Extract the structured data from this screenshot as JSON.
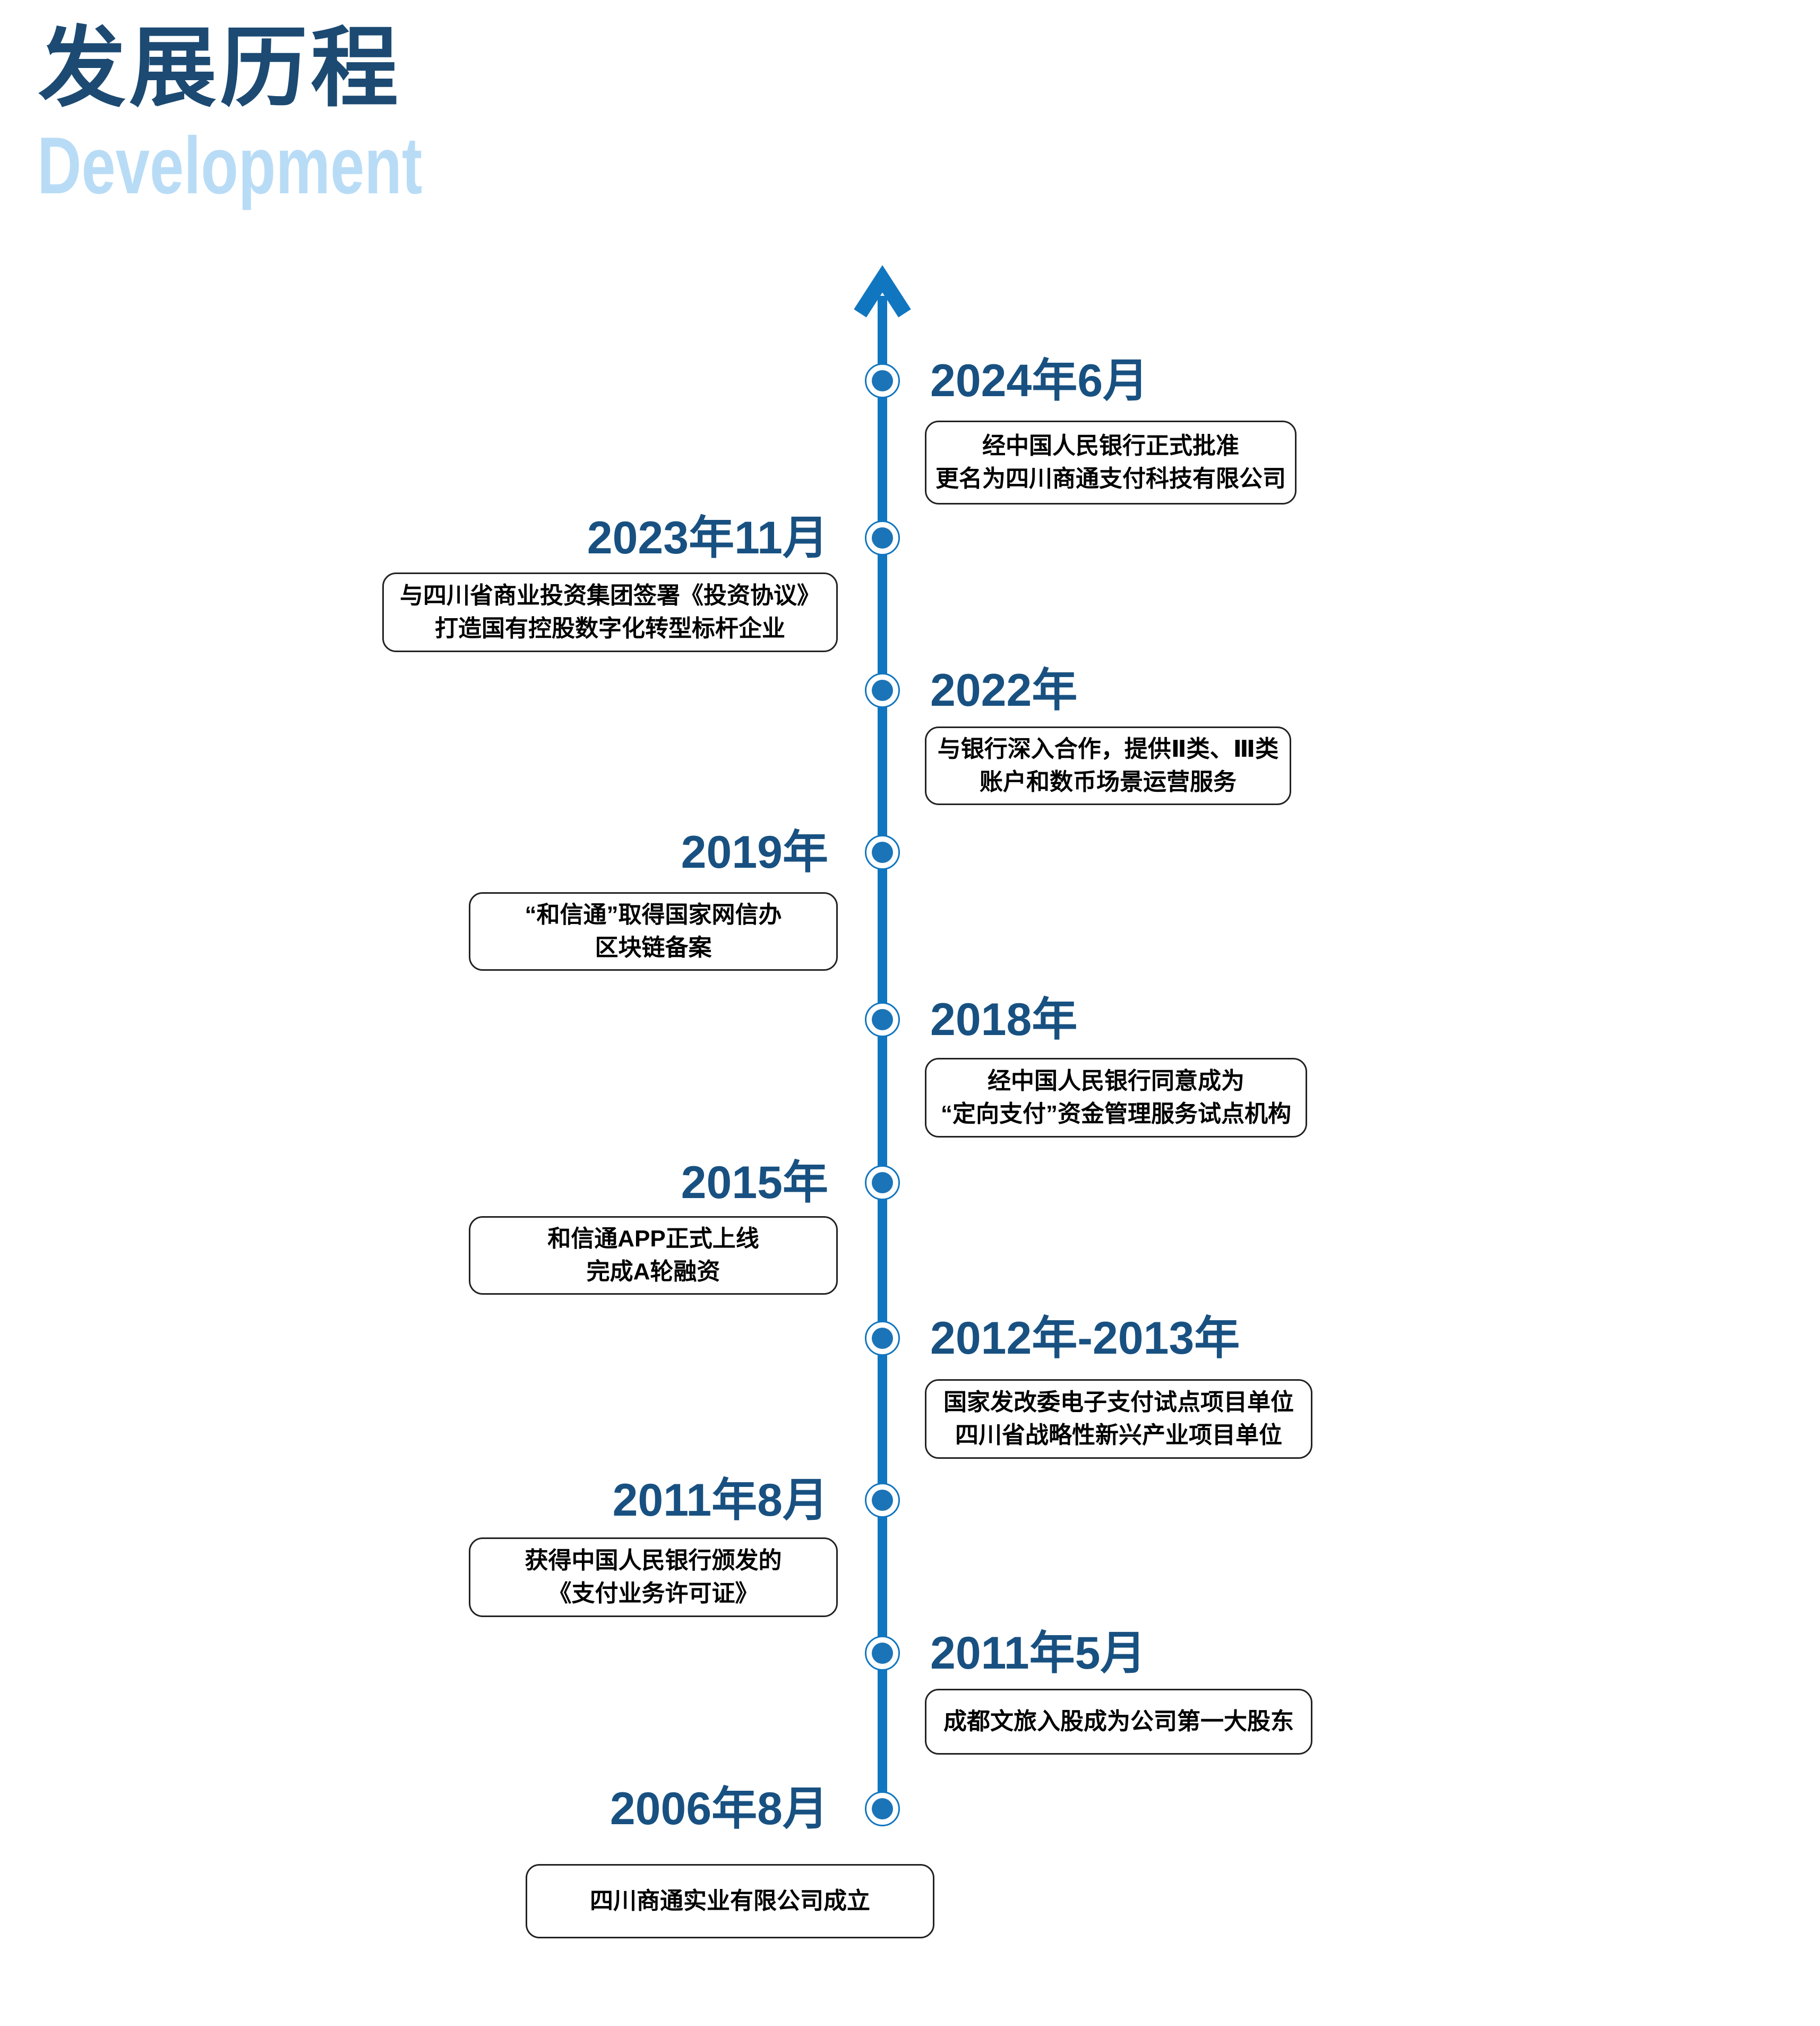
{
  "header": {
    "title_zh": "发展历程",
    "title_en": "Development"
  },
  "colors": {
    "accent_blue": "#1176c0",
    "node_dot_blue": "#1b74b8",
    "year_navy": "#185181",
    "title_navy": "#1c4a72",
    "subtitle_light_blue": "#b9dcf6",
    "card_border": "#222222",
    "card_text": "#000000"
  },
  "timeline": {
    "direction": "up",
    "events": [
      {
        "date": "2024年6月",
        "side": "right",
        "lines": [
          "经中国人民银行正式批准",
          "更名为四川商通支付科技有限公司"
        ]
      },
      {
        "date": "2023年11月",
        "side": "left",
        "lines": [
          "与四川省商业投资集团签署《投资协议》",
          "打造国有控股数字化转型标杆企业"
        ]
      },
      {
        "date": "2022年",
        "side": "right",
        "lines": [
          "与银行深入合作，提供Ⅱ类、Ⅲ类",
          "账户和数币场景运营服务"
        ]
      },
      {
        "date": "2019年",
        "side": "left",
        "lines": [
          "“和信通”取得国家网信办",
          "区块链备案"
        ]
      },
      {
        "date": "2018年",
        "side": "right",
        "lines": [
          "经中国人民银行同意成为",
          "“定向支付”资金管理服务试点机构"
        ]
      },
      {
        "date": "2015年",
        "side": "left",
        "lines": [
          "和信通APP正式上线",
          "完成A轮融资"
        ]
      },
      {
        "date": "2012年-2013年",
        "side": "right",
        "lines": [
          "国家发改委电子支付试点项目单位",
          "四川省战略性新兴产业项目单位"
        ]
      },
      {
        "date": "2011年8月",
        "side": "left",
        "lines": [
          "获得中国人民银行颁发的",
          "《支付业务许可证》"
        ]
      },
      {
        "date": "2011年5月",
        "side": "right",
        "lines": [
          "成都文旅入股成为公司第一大股东"
        ]
      },
      {
        "date": "2006年8月",
        "side": "left",
        "lines": [
          "四川商通实业有限公司成立"
        ]
      }
    ]
  }
}
